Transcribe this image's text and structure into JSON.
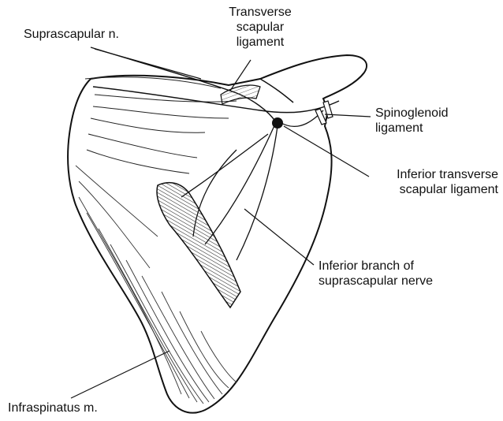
{
  "labels": {
    "suprascapular_n": "Suprascapular n.",
    "transverse_scapular_ligament": [
      "Transverse",
      "scapular",
      "ligament"
    ],
    "spinoglenoid_ligament": [
      "Spinoglenoid",
      "ligament"
    ],
    "inferior_transverse_scapular_ligament": [
      "Inferior transverse",
      "scapular ligament"
    ],
    "inferior_branch": [
      "Inferior branch of",
      "suprascapular nerve"
    ],
    "infraspinatus_m": "Infraspinatus m."
  },
  "colors": {
    "ink": "#111111",
    "paper": "#ffffff",
    "shade": "#555555"
  }
}
